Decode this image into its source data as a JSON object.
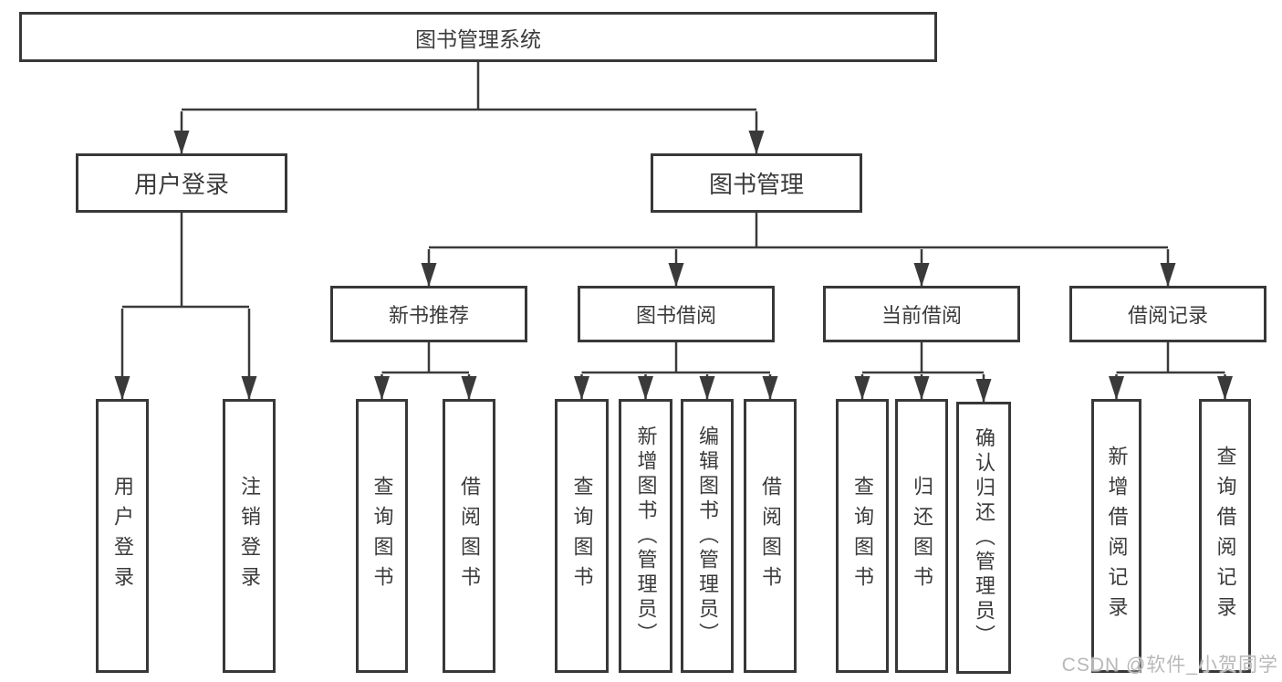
{
  "style": {
    "background": "#ffffff",
    "line_color": "#3a3a3a",
    "box_border_color": "#383838",
    "text_color": "#3b3b3b",
    "watermark_color": "#b8b8b8"
  },
  "tree": {
    "root": "图书管理系统",
    "branches": [
      {
        "label": "用户登录",
        "children": [
          "用户登录",
          "注销登录"
        ]
      },
      {
        "label": "图书管理",
        "sections": [
          {
            "label": "新书推荐",
            "children": [
              "查询图书",
              "借阅图书"
            ]
          },
          {
            "label": "图书借阅",
            "children": [
              "查询图书",
              "新增图书（管理员）",
              "编辑图书（管理员）",
              "借阅图书"
            ]
          },
          {
            "label": "当前借阅",
            "children": [
              "查询图书",
              "归还图书",
              "确认归还（管理员）"
            ]
          },
          {
            "label": "借阅记录",
            "children": [
              "新增借阅记录",
              "查询借阅记录"
            ]
          }
        ]
      }
    ]
  },
  "watermark": "CSDN @软件_小贺同学"
}
